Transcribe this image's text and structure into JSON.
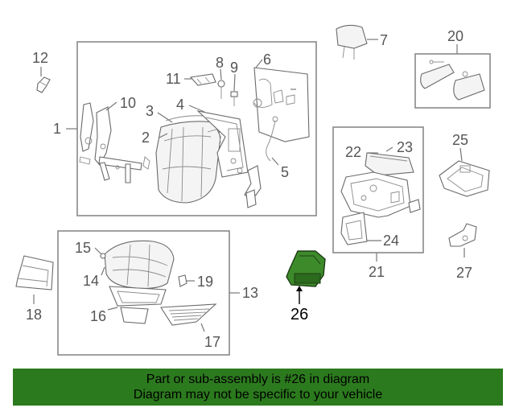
{
  "callouts": {
    "c1": "1",
    "c2": "2",
    "c3": "3",
    "c4": "4",
    "c5": "5",
    "c6": "6",
    "c7": "7",
    "c8": "8",
    "c9": "9",
    "c10": "10",
    "c11": "11",
    "c12": "12",
    "c13": "13",
    "c14": "14",
    "c15": "15",
    "c16": "16",
    "c17": "17",
    "c18": "18",
    "c19": "19",
    "c20": "20",
    "c21": "21",
    "c22": "22",
    "c23": "23",
    "c24": "24",
    "c25": "25",
    "c26": "26",
    "c27": "27"
  },
  "highlighted_part": "26",
  "colors": {
    "banner": "#2c7a1e",
    "highlight_part": "#3d8a2a",
    "outline": "#6a6a6a"
  },
  "banner": {
    "line1": "Part or sub-assembly is #26 in diagram",
    "line2": "Diagram may not be specific to your vehicle"
  }
}
